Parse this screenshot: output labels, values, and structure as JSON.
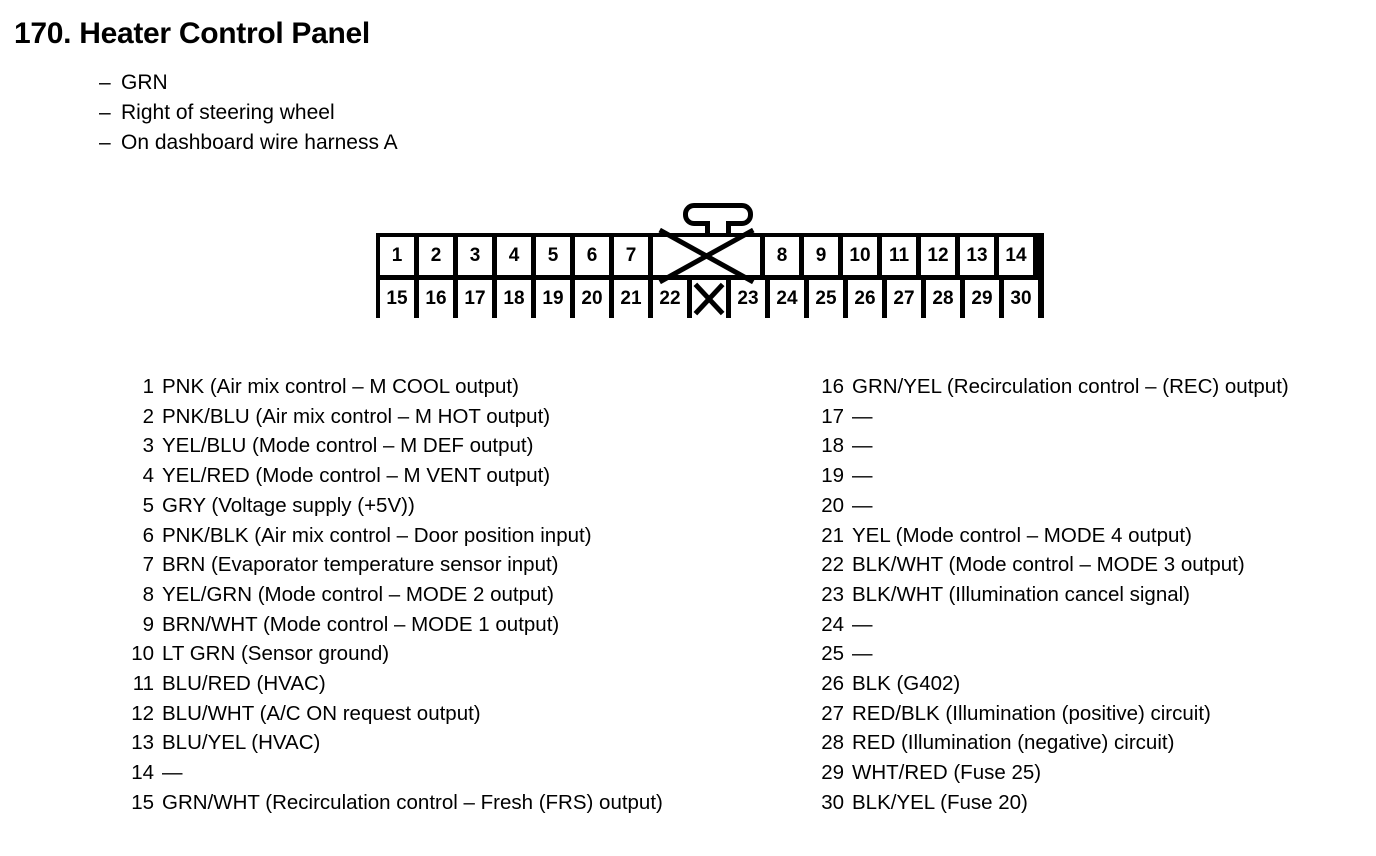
{
  "header": {
    "number": "170.",
    "title": "170.  Heater Control Panel",
    "bullets": [
      "GRN",
      "Right of steering wheel",
      "On dashboard wire harness A"
    ],
    "dash": "–"
  },
  "connector": {
    "name": "30-pin connector",
    "top_row": [
      {
        "type": "pin",
        "label": "1"
      },
      {
        "type": "pin",
        "label": "2"
      },
      {
        "type": "pin",
        "label": "3"
      },
      {
        "type": "pin",
        "label": "4"
      },
      {
        "type": "pin",
        "label": "5"
      },
      {
        "type": "pin",
        "label": "6"
      },
      {
        "type": "pin",
        "label": "7"
      },
      {
        "type": "blank",
        "label": ""
      },
      {
        "type": "pin",
        "label": "8"
      },
      {
        "type": "pin",
        "label": "9"
      },
      {
        "type": "pin",
        "label": "10"
      },
      {
        "type": "pin",
        "label": "11"
      },
      {
        "type": "pin",
        "label": "12"
      },
      {
        "type": "pin",
        "label": "13"
      },
      {
        "type": "pin",
        "label": "14"
      }
    ],
    "bottom_row": [
      {
        "type": "pin",
        "label": "15"
      },
      {
        "type": "pin",
        "label": "16"
      },
      {
        "type": "pin",
        "label": "17"
      },
      {
        "type": "pin",
        "label": "18"
      },
      {
        "type": "pin",
        "label": "19"
      },
      {
        "type": "pin",
        "label": "20"
      },
      {
        "type": "pin",
        "label": "21"
      },
      {
        "type": "pin",
        "label": "22"
      },
      {
        "type": "blank",
        "label": ""
      },
      {
        "type": "pin",
        "label": "23"
      },
      {
        "type": "pin",
        "label": "24"
      },
      {
        "type": "pin",
        "label": "25"
      },
      {
        "type": "pin",
        "label": "26"
      },
      {
        "type": "pin",
        "label": "27"
      },
      {
        "type": "pin",
        "label": "28"
      },
      {
        "type": "pin",
        "label": "29"
      },
      {
        "type": "pin",
        "label": "30"
      }
    ]
  },
  "pins_left": [
    {
      "num": "1",
      "label": "PNK (Air mix control – M COOL output)"
    },
    {
      "num": "2",
      "label": "PNK/BLU (Air mix control – M HOT output)"
    },
    {
      "num": "3",
      "label": "YEL/BLU (Mode control – M DEF output)"
    },
    {
      "num": "4",
      "label": "YEL/RED (Mode control – M VENT output)"
    },
    {
      "num": "5",
      "label": "GRY (Voltage supply (+5V))"
    },
    {
      "num": "6",
      "label": "PNK/BLK (Air mix control – Door position input)"
    },
    {
      "num": "7",
      "label": "BRN (Evaporator temperature sensor input)"
    },
    {
      "num": "8",
      "label": "YEL/GRN (Mode control – MODE 2 output)"
    },
    {
      "num": "9",
      "label": "BRN/WHT (Mode control – MODE 1 output)"
    },
    {
      "num": "10",
      "label": "LT GRN (Sensor ground)"
    },
    {
      "num": "11",
      "label": "BLU/RED (HVAC)"
    },
    {
      "num": "12",
      "label": "BLU/WHT (A/C ON request output)"
    },
    {
      "num": "13",
      "label": "BLU/YEL (HVAC)"
    },
    {
      "num": "14",
      "label": "—"
    },
    {
      "num": "15",
      "label": "GRN/WHT (Recirculation control – Fresh (FRS) output)"
    }
  ],
  "pins_right": [
    {
      "num": "16",
      "label": "GRN/YEL (Recirculation control – (REC) output)"
    },
    {
      "num": "17",
      "label": "—"
    },
    {
      "num": "18",
      "label": "—"
    },
    {
      "num": "19",
      "label": "—"
    },
    {
      "num": "20",
      "label": "—"
    },
    {
      "num": "21",
      "label": "YEL (Mode control – MODE 4 output)"
    },
    {
      "num": "22",
      "label": "BLK/WHT (Mode control – MODE 3 output)"
    },
    {
      "num": "23",
      "label": "BLK/WHT (Illumination cancel signal)"
    },
    {
      "num": "24",
      "label": "—"
    },
    {
      "num": "25",
      "label": "—"
    },
    {
      "num": "26",
      "label": "BLK (G402)"
    },
    {
      "num": "27",
      "label": "RED/BLK (Illumination (positive) circuit)"
    },
    {
      "num": "28",
      "label": "RED (Illumination (negative) circuit)"
    },
    {
      "num": "29",
      "label": "WHT/RED (Fuse 25)"
    },
    {
      "num": "30",
      "label": "BLK/YEL (Fuse 20)"
    }
  ],
  "colors": {
    "ink": "#000000",
    "paper": "#ffffff"
  }
}
